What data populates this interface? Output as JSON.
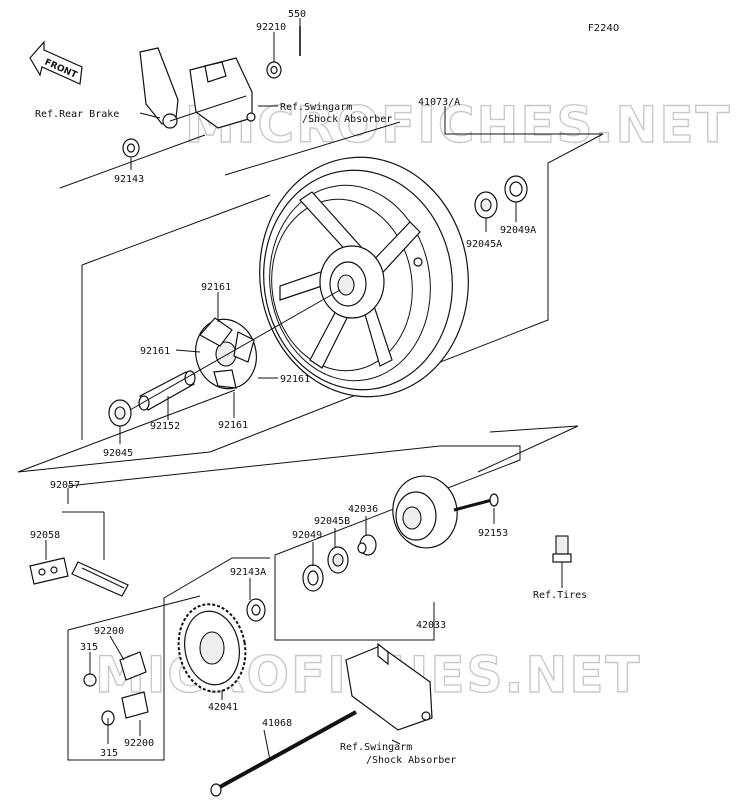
{
  "diagram_code": "F2240",
  "front_label": "FRONT",
  "watermark": "MICROFICHES.NET",
  "refs": {
    "rear_brake": "Ref.Rear Brake",
    "swingarm_top_1": "Ref.Swingarm",
    "swingarm_top_2": "/Shock Absorber",
    "tires": "Ref.Tires",
    "swingarm_bottom_1": "Ref.Swingarm",
    "swingarm_bottom_2": "/Shock Absorber"
  },
  "parts": {
    "p550": "550",
    "p92210": "92210",
    "p41073a": "41073/A",
    "p92143": "92143",
    "p92049a": "92049A",
    "p92045a": "92045A",
    "p92161_top": "92161",
    "p92161_left": "92161",
    "p92161_right": "92161",
    "p92161_bottom": "92161",
    "p92152": "92152",
    "p92045": "92045",
    "p92057": "92057",
    "p92058": "92058",
    "p42036": "42036",
    "p92045b": "92045B",
    "p92049": "92049",
    "p92153": "92153",
    "p92143a": "92143A",
    "p42033": "42033",
    "p92200_top": "92200",
    "p315_top": "315",
    "p42041": "42041",
    "p315_bottom": "315",
    "p92200_bottom": "92200",
    "p41068": "41068"
  }
}
